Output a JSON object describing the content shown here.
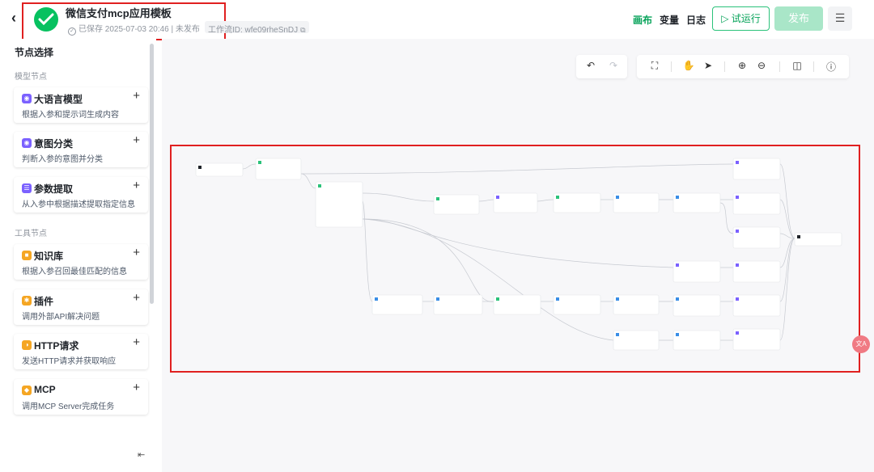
{
  "header": {
    "back_icon": "chevron-left-icon",
    "app_title": "微信支付mcp应用模板",
    "save_status": "已保存 2025-07-03 20:46 | 未发布",
    "workflow_id": "工作流ID: wfe09rheSnDJ",
    "nav": {
      "canvas": "画布",
      "vars": "变量",
      "logs": "日志"
    },
    "run_label": "▷ 试运行",
    "publish_label": "发布",
    "brand_color": "#07c160"
  },
  "sidebar": {
    "title": "节点选择",
    "section_model": "模型节点",
    "section_tools": "工具节点",
    "nodes": [
      {
        "name": "大语言模型",
        "desc": "根据入参和提示词生成内容",
        "color": "#7b61ff",
        "icon": "llm-icon"
      },
      {
        "name": "意图分类",
        "desc": "判断入参的意图并分类",
        "color": "#7b61ff",
        "icon": "intent-icon"
      },
      {
        "name": "参数提取",
        "desc": "从入参中根据描述提取指定信息",
        "color": "#7b61ff",
        "icon": "param-icon"
      },
      {
        "name": "知识库",
        "desc": "根据入参召回最佳匹配的信息",
        "color": "#f5a623",
        "icon": "knowledge-icon"
      },
      {
        "name": "插件",
        "desc": "调用外部API解决问题",
        "color": "#f5a623",
        "icon": "plugin-icon"
      },
      {
        "name": "HTTP请求",
        "desc": "发送HTTP请求并获取响应",
        "color": "#f5a623",
        "icon": "http-icon"
      },
      {
        "name": "MCP",
        "desc": "调用MCP Server完成任务",
        "color": "#f5a623",
        "icon": "mcp-icon"
      }
    ],
    "add_symbol": "+"
  },
  "canvas_toolbar": {
    "undo_icon": "undo-icon",
    "redo_icon": "redo-icon",
    "fit_icon": "fullscreen-icon",
    "hand_icon": "hand-icon",
    "pointer_icon": "pointer-icon",
    "zoom_in_icon": "zoom-in-icon",
    "zoom_out_icon": "zoom-out-icon",
    "layout_icon": "layout-icon",
    "help_icon": "help-icon"
  },
  "badge_text": "文A"
}
